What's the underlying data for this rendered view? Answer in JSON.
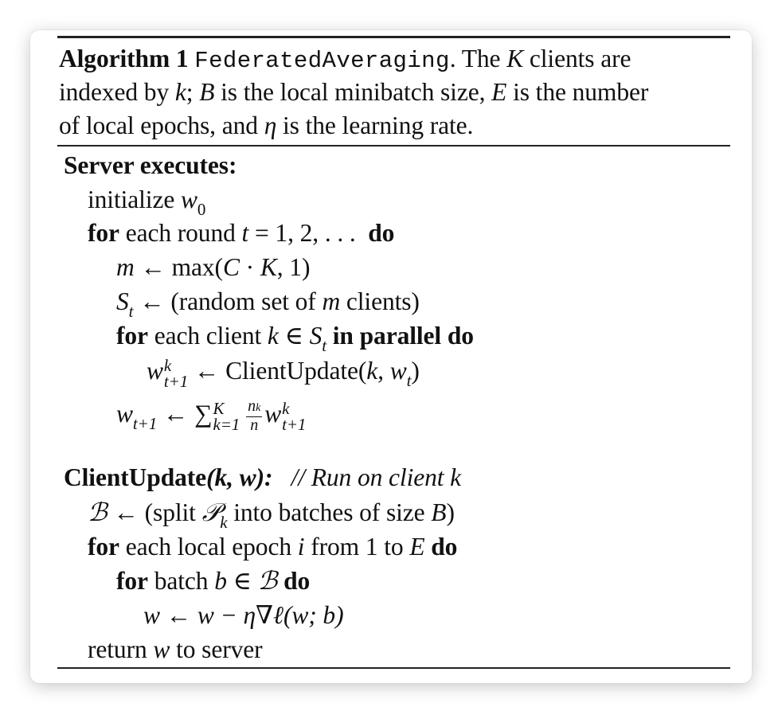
{
  "caption": {
    "algo_label": "Algorithm 1",
    "algo_name": "FederatedAveraging",
    "t1": ". The",
    "K": "K",
    "t2": "clients are",
    "t3": "indexed by",
    "k": "k",
    "t4": ";",
    "B": "B",
    "t5": "is the local minibatch size,",
    "E": "E",
    "t6": "is the number",
    "t7": "of local epochs, and",
    "eta": "η",
    "t8": "is the learning rate."
  },
  "server": {
    "header": "Server executes:",
    "init_kw": "initialize",
    "w": "w",
    "w0_sub": "0",
    "for_kw": "for",
    "each_round": "each round",
    "t": "t",
    "round_seq": "= 1, 2, . . .",
    "do_kw": "do",
    "m": "m",
    "arrow": "←",
    "max_expr": "max(",
    "C": "C",
    "dot": "·",
    "K": "K",
    "max_end": ", 1)",
    "S": "S",
    "t_sub": "t",
    "random_set": "(random set of",
    "clients_close": "clients)",
    "each_client": "each client",
    "k": "k",
    "in_sym": "∈",
    "in_parallel": "in parallel do",
    "sup_k": "k",
    "sub_t1": "t+1",
    "client_update_call": "ClientUpdate(",
    "call_args": "k, w",
    "call_close": ")",
    "sum": "∑",
    "sum_sup": "K",
    "sum_sub": "k=1",
    "frac_num": "n",
    "frac_num_sub": "k",
    "frac_den": "n"
  },
  "client": {
    "header_fn": "ClientUpdate",
    "header_args": "(k, w):",
    "comment": "// Run on client k",
    "calB": "ℬ",
    "split_open": "(split",
    "calP": "𝒫",
    "P_sub": "k",
    "split_rest": "into batches of size",
    "B": "B",
    "close": ")",
    "each_epoch": "each local epoch",
    "i": "i",
    "from_to": "from 1 to",
    "E": "E",
    "batch": "batch",
    "b": "b",
    "update_expr": "w − η∇ℓ(w; b)",
    "return_kw": "return",
    "to_server": "to server"
  }
}
